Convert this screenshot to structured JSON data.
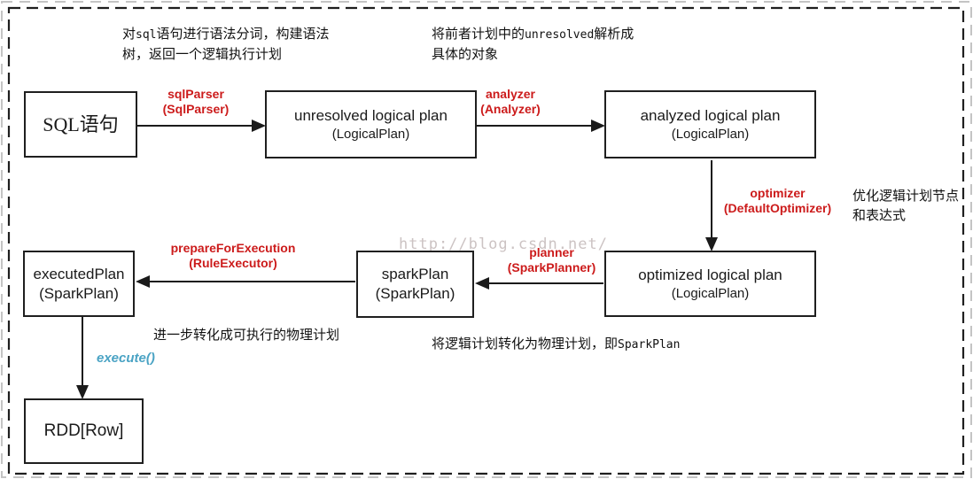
{
  "diagram": {
    "boxes": {
      "sql": {
        "title": "SQL语句"
      },
      "unresolved": {
        "title": "unresolved logical plan",
        "subtitle": "(LogicalPlan)"
      },
      "analyzed": {
        "title": "analyzed logical plan",
        "subtitle": "(LogicalPlan)"
      },
      "optimized": {
        "title": "optimized logical plan",
        "subtitle": "(LogicalPlan)"
      },
      "spark_plan": {
        "title": "sparkPlan",
        "subtitle": "(SparkPlan)"
      },
      "executed_plan": {
        "title": "executedPlan",
        "subtitle": "(SparkPlan)"
      },
      "rdd": {
        "title": "RDD[Row]"
      }
    },
    "edges": {
      "sql_parser": {
        "name": "sqlParser",
        "impl": "(SqlParser)"
      },
      "analyzer": {
        "name": "analyzer",
        "impl": "(Analyzer)"
      },
      "optimizer": {
        "name": "optimizer",
        "impl": "(DefaultOptimizer)"
      },
      "planner": {
        "name": "planner",
        "impl": "(SparkPlanner)"
      },
      "prepare_for_execution": {
        "name": "prepareForExecution",
        "impl": "(RuleExecutor)"
      },
      "execute": {
        "name": "execute()"
      }
    },
    "annotations": {
      "parse": {
        "pre": "对",
        "code": "sql",
        "post": "语句进行语法分词，构建语法",
        "line2": "树，返回一个逻辑执行计划"
      },
      "resolve": {
        "pre": "将前者计划中的",
        "code": "unresolved",
        "post": "解析成",
        "line2": "具体的对象"
      },
      "optimize": {
        "line1": "优化逻辑计划节点",
        "line2": "和表达式"
      },
      "to_physical": {
        "text": "进一步转化成可执行的物理计划"
      },
      "to_spark_plan": {
        "pre": "将逻辑计划转化为物理计划，即",
        "code": "SparkPlan"
      }
    },
    "watermark": "http://blog.csdn.net/",
    "colors": {
      "edge_label": "#cc1b1b",
      "execute_label": "#4aa3c4",
      "watermark": "#ccc3c3",
      "box_border": "#1f1f1f",
      "outer_dash": "#c4c4c4"
    }
  }
}
